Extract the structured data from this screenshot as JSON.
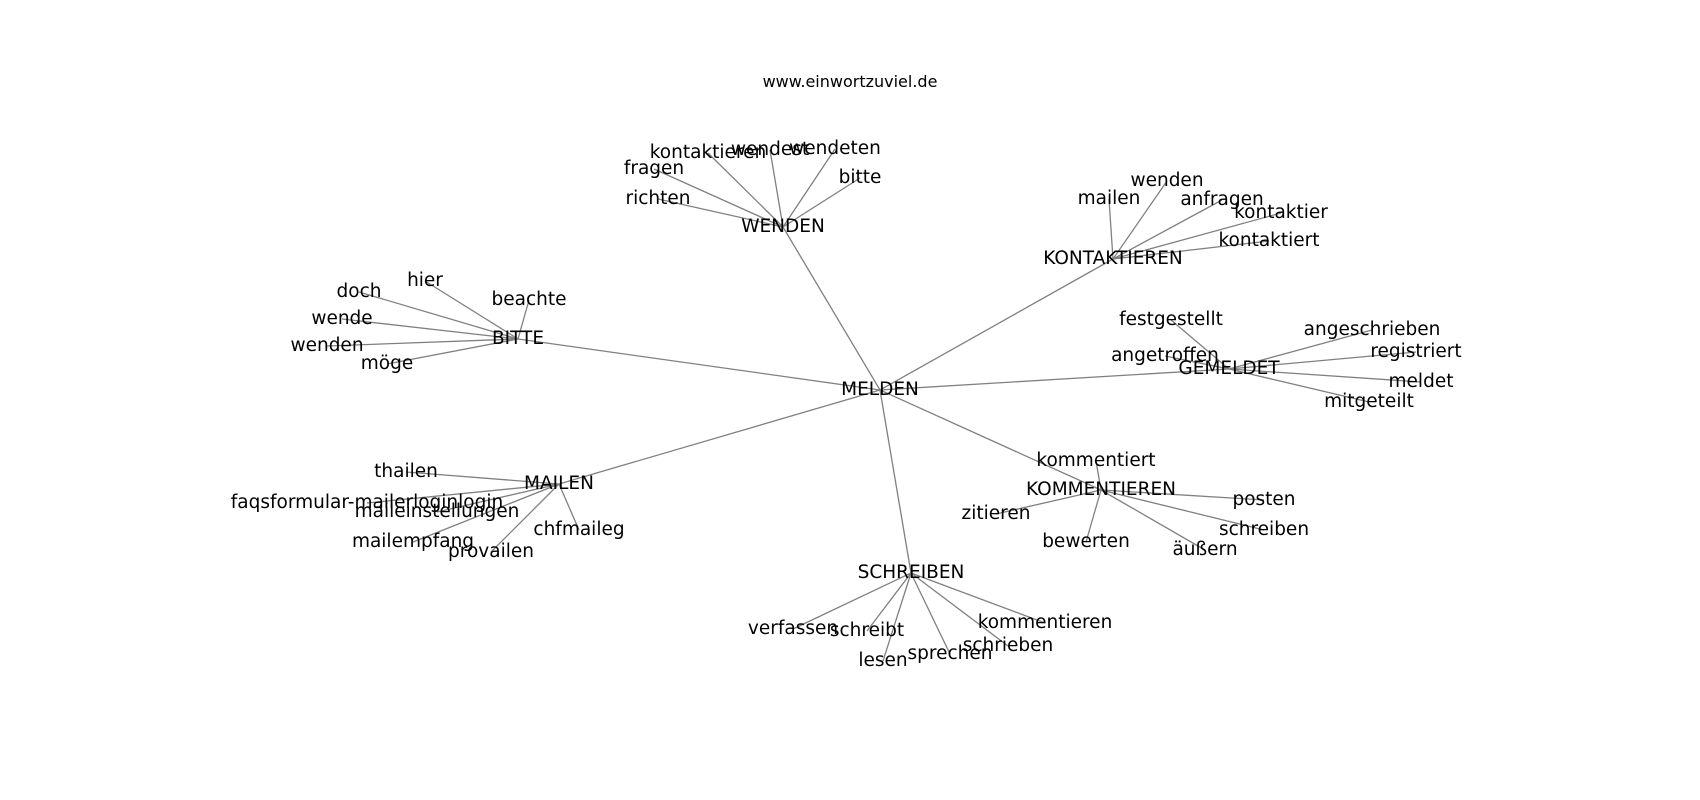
{
  "title": "www.einwortzuviel.de",
  "root": "MELDEN",
  "clusters": [
    {
      "hub": "WENDEN",
      "words": [
        "kontaktieren",
        "wendest",
        "wendeten",
        "bitte",
        "fragen",
        "richten"
      ]
    },
    {
      "hub": "KONTAKTIEREN",
      "words": [
        "mailen",
        "wenden",
        "anfragen",
        "kontaktier",
        "kontaktiert"
      ]
    },
    {
      "hub": "BITTE",
      "words": [
        "hier",
        "doch",
        "beachte",
        "wende",
        "wenden",
        "möge"
      ]
    },
    {
      "hub": "GEMELDET",
      "words": [
        "festgestellt",
        "angetroffen",
        "angeschrieben",
        "registriert",
        "meldet",
        "mitgeteilt"
      ]
    },
    {
      "hub": "MAILEN",
      "words": [
        "thailen",
        "faqsformular-mailerloginlogin",
        "maileinstellungen",
        "mailempfang",
        "provailen",
        "chfmaileg"
      ]
    },
    {
      "hub": "KOMMENTIEREN",
      "words": [
        "kommentiert",
        "zitieren",
        "posten",
        "schreiben",
        "bewerten",
        "äußern"
      ]
    },
    {
      "hub": "SCHREIBEN",
      "words": [
        "verfassen",
        "schreibt",
        "lesen",
        "sprechen",
        "kommentieren",
        "schrieben"
      ]
    }
  ]
}
